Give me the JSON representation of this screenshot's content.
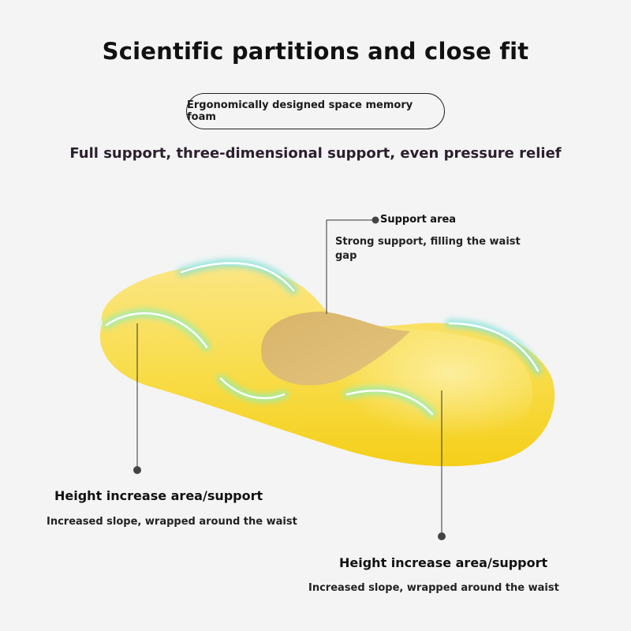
{
  "header": {
    "title": "Scientific partitions and close fit",
    "badge": "Ergonomically designed space memory foam",
    "subtitle": "Full support, three-dimensional support, even pressure relief"
  },
  "callouts": {
    "support": {
      "title": "Support area",
      "description": "Strong support, filling the waist gap"
    },
    "left": {
      "title": "Height increase area/support",
      "description": "Increased slope, wrapped around the waist"
    },
    "right": {
      "title": "Height increase area/support",
      "description": "Increased slope, wrapped around the waist"
    }
  },
  "colors": {
    "pillow_yellow": "#f7d93a",
    "pillow_highlight": "#fbe98a",
    "support_tan": "#d9b56e",
    "glow": "#7fe3d6"
  }
}
